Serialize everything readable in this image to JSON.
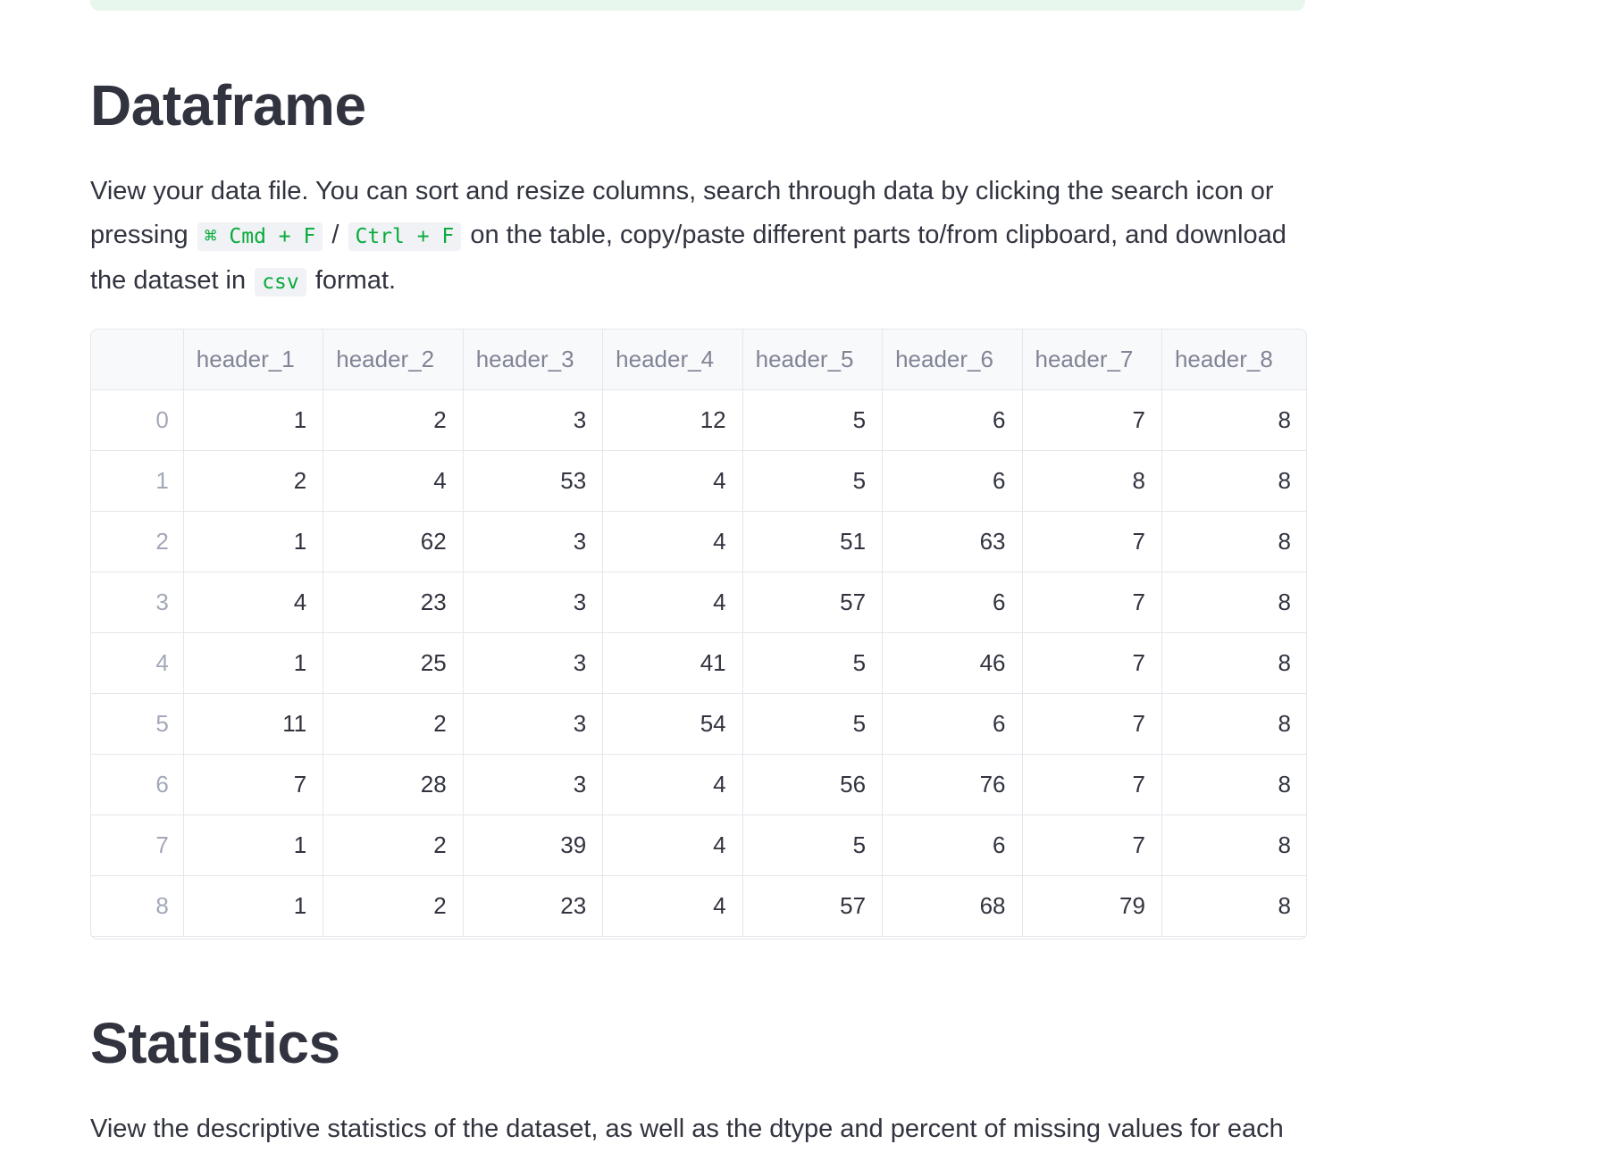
{
  "dataframe_section": {
    "title": "Dataframe",
    "description": {
      "part1": "View your data file. You can sort and resize columns, search through data by clicking the search icon or pressing",
      "shortcut_mac": "⌘ Cmd + F",
      "separator": "/",
      "shortcut_win": "Ctrl + F",
      "part2": "on the table, copy/paste different parts to/from clipboard, and download the dataset in",
      "format": "csv",
      "part3": "format."
    },
    "table": {
      "columns": [
        "header_1",
        "header_2",
        "header_3",
        "header_4",
        "header_5",
        "header_6",
        "header_7",
        "header_8"
      ],
      "rows": [
        {
          "index": "0",
          "cells": [
            "1",
            "2",
            "3",
            "12",
            "5",
            "6",
            "7",
            "8"
          ]
        },
        {
          "index": "1",
          "cells": [
            "2",
            "4",
            "53",
            "4",
            "5",
            "6",
            "8",
            "8"
          ]
        },
        {
          "index": "2",
          "cells": [
            "1",
            "62",
            "3",
            "4",
            "51",
            "63",
            "7",
            "8"
          ]
        },
        {
          "index": "3",
          "cells": [
            "4",
            "23",
            "3",
            "4",
            "57",
            "6",
            "7",
            "8"
          ]
        },
        {
          "index": "4",
          "cells": [
            "1",
            "25",
            "3",
            "41",
            "5",
            "46",
            "7",
            "8"
          ]
        },
        {
          "index": "5",
          "cells": [
            "11",
            "2",
            "3",
            "54",
            "5",
            "6",
            "7",
            "8"
          ]
        },
        {
          "index": "6",
          "cells": [
            "7",
            "28",
            "3",
            "4",
            "56",
            "76",
            "7",
            "8"
          ]
        },
        {
          "index": "7",
          "cells": [
            "1",
            "2",
            "39",
            "4",
            "5",
            "6",
            "7",
            "8"
          ]
        },
        {
          "index": "8",
          "cells": [
            "1",
            "2",
            "23",
            "4",
            "57",
            "68",
            "79",
            "8"
          ]
        }
      ]
    }
  },
  "statistics_section": {
    "title": "Statistics",
    "description": "View the descriptive statistics of the dataset, as well as the dtype and percent of missing values for each column."
  },
  "colors": {
    "code_text": "#09ab3b",
    "code_bg": "#f0f2f6",
    "banner_bg": "#e8f7ee",
    "text": "#31333f",
    "muted": "#808495"
  }
}
